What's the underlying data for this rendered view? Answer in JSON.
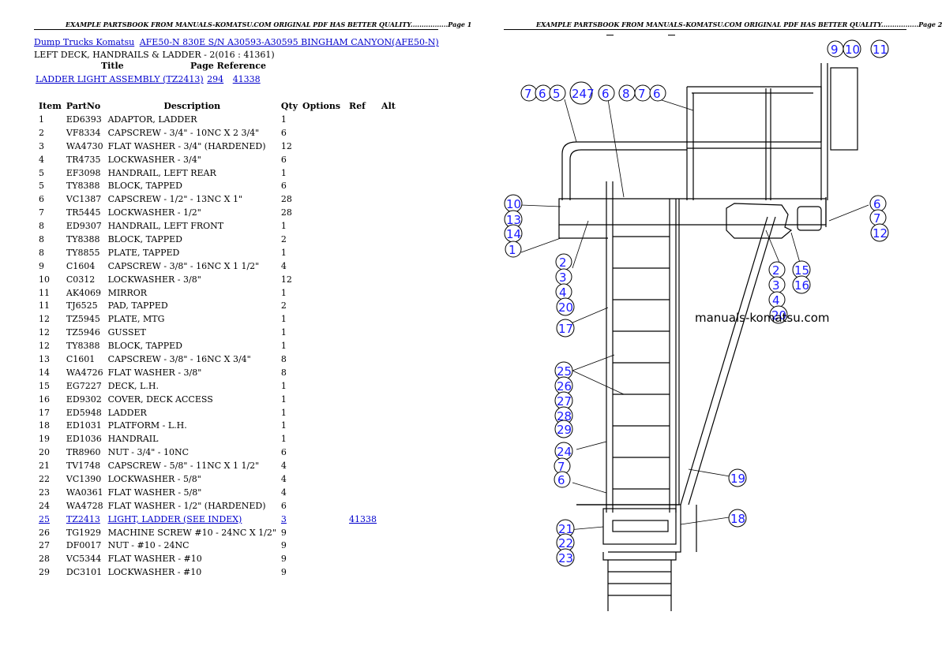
{
  "header": {
    "page1": "EXAMPLE PARTSBOOK FROM MANUALS-KOMATSU.COM ORIGINAL PDF HAS BETTER QUALITY.................Page 1",
    "page2": "EXAMPLE PARTSBOOK FROM MANUALS-KOMATSU.COM ORIGINAL PDF HAS BETTER QUALITY.................Page 2"
  },
  "breadcrumb": {
    "link1": "Dump Trucks Komatsu",
    "link2": "AFE50-N 830E S/N A30593-A30595 BINGHAM CANYON(AFE50-N)"
  },
  "section_title": "LEFT DECK, HANDRAILS & LADDER - 2(016 : 41361)",
  "ref_table": {
    "col_title": "Title",
    "col_page_ref": "Page Reference",
    "row": {
      "title": "LADDER LIGHT ASSEMBLY (TZ2413)",
      "page": "294",
      "ref": "41338"
    }
  },
  "parts_table": {
    "headers": [
      "Item",
      "PartNo",
      "Description",
      "Qty",
      "Options",
      "Ref",
      "Alt"
    ],
    "rows": [
      [
        "1",
        "ED6393",
        "ADAPTOR, LADDER",
        "1",
        "",
        ""
      ],
      [
        "2",
        "VF8334",
        "CAPSCREW - 3/4\" - 10NC X 2 3/4\"",
        "6",
        "",
        ""
      ],
      [
        "3",
        "WA4730",
        "FLAT WASHER - 3/4\" (HARDENED)",
        "12",
        "",
        ""
      ],
      [
        "4",
        "TR4735",
        "LOCKWASHER - 3/4\"",
        "6",
        "",
        ""
      ],
      [
        "5",
        "EF3098",
        "HANDRAIL, LEFT REAR",
        "1",
        "",
        ""
      ],
      [
        "5",
        "TY8388",
        "BLOCK, TAPPED",
        "6",
        "",
        ""
      ],
      [
        "6",
        "VC1387",
        "CAPSCREW - 1/2\" - 13NC X 1\"",
        "28",
        "",
        ""
      ],
      [
        "7",
        "TR5445",
        "LOCKWASHER - 1/2\"",
        "28",
        "",
        ""
      ],
      [
        "8",
        "ED9307",
        "HANDRAIL, LEFT FRONT",
        "1",
        "",
        ""
      ],
      [
        "8",
        "TY8388",
        "BLOCK, TAPPED",
        "2",
        "",
        ""
      ],
      [
        "8",
        "TY8855",
        "PLATE, TAPPED",
        "1",
        "",
        ""
      ],
      [
        "9",
        "C1604",
        "CAPSCREW - 3/8\" - 16NC X 1 1/2\"",
        "4",
        "",
        ""
      ],
      [
        "10",
        "C0312",
        "LOCKWASHER - 3/8\"",
        "12",
        "",
        ""
      ],
      [
        "11",
        "AK4069",
        "MIRROR",
        "1",
        "",
        ""
      ],
      [
        "11",
        "TJ6525",
        "PAD, TAPPED",
        "2",
        "",
        ""
      ],
      [
        "12",
        "TZ5945",
        "PLATE, MTG",
        "1",
        "",
        ""
      ],
      [
        "12",
        "TZ5946",
        "GUSSET",
        "1",
        "",
        ""
      ],
      [
        "12",
        "TY8388",
        "BLOCK, TAPPED",
        "1",
        "",
        ""
      ],
      [
        "13",
        "C1601",
        "CAPSCREW - 3/8\" - 16NC X 3/4\"",
        "8",
        "",
        ""
      ],
      [
        "14",
        "WA4726",
        "FLAT WASHER - 3/8\"",
        "8",
        "",
        ""
      ],
      [
        "15",
        "EG7227",
        "DECK, L.H.",
        "1",
        "",
        ""
      ],
      [
        "16",
        "ED9302",
        "COVER, DECK ACCESS",
        "1",
        "",
        ""
      ],
      [
        "17",
        "ED5948",
        "LADDER",
        "1",
        "",
        ""
      ],
      [
        "18",
        "ED1031",
        "PLATFORM - L.H.",
        "1",
        "",
        ""
      ],
      [
        "19",
        "ED1036",
        "HANDRAIL",
        "1",
        "",
        ""
      ],
      [
        "20",
        "TR8960",
        "NUT - 3/4\" - 10NC",
        "6",
        "",
        ""
      ],
      [
        "21",
        "TV1748",
        "CAPSCREW - 5/8\" - 11NC X 1 1/2\"",
        "4",
        "",
        ""
      ],
      [
        "22",
        "VC1390",
        "LOCKWASHER - 5/8\"",
        "4",
        "",
        ""
      ],
      [
        "23",
        "WA0361",
        "FLAT WASHER - 5/8\"",
        "4",
        "",
        ""
      ],
      [
        "24",
        "WA4728",
        "FLAT WASHER - 1/2\" (HARDENED)",
        "6",
        "",
        ""
      ],
      [
        "25",
        "TZ2413",
        "LIGHT, LADDER (SEE INDEX)",
        "3",
        "41338",
        ""
      ],
      [
        "26",
        "TG1929",
        "MACHINE SCREW #10 - 24NC X 1/2\"",
        "9",
        "",
        ""
      ],
      [
        "27",
        "DF0017",
        "NUT - #10 - 24NC",
        "9",
        "",
        ""
      ],
      [
        "28",
        "VC5344",
        "FLAT WASHER - #10",
        "9",
        "",
        ""
      ],
      [
        "29",
        "DC3101",
        "LOCKWASHER - #10",
        "9",
        "",
        ""
      ]
    ]
  },
  "diagram": {
    "watermark": "manuals-komatsu.com",
    "callouts": [
      "7",
      "6",
      "5",
      "247",
      "6",
      "8",
      "7",
      "6",
      "9",
      "10",
      "11",
      "10",
      "13",
      "14",
      "1",
      "6",
      "7",
      "12",
      "2",
      "3",
      "4",
      "20",
      "2",
      "3",
      "4",
      "20",
      "15",
      "16",
      "17",
      "25",
      "26",
      "27",
      "28",
      "29",
      "24",
      "7",
      "6",
      "19",
      "21",
      "22",
      "23",
      "18"
    ]
  }
}
